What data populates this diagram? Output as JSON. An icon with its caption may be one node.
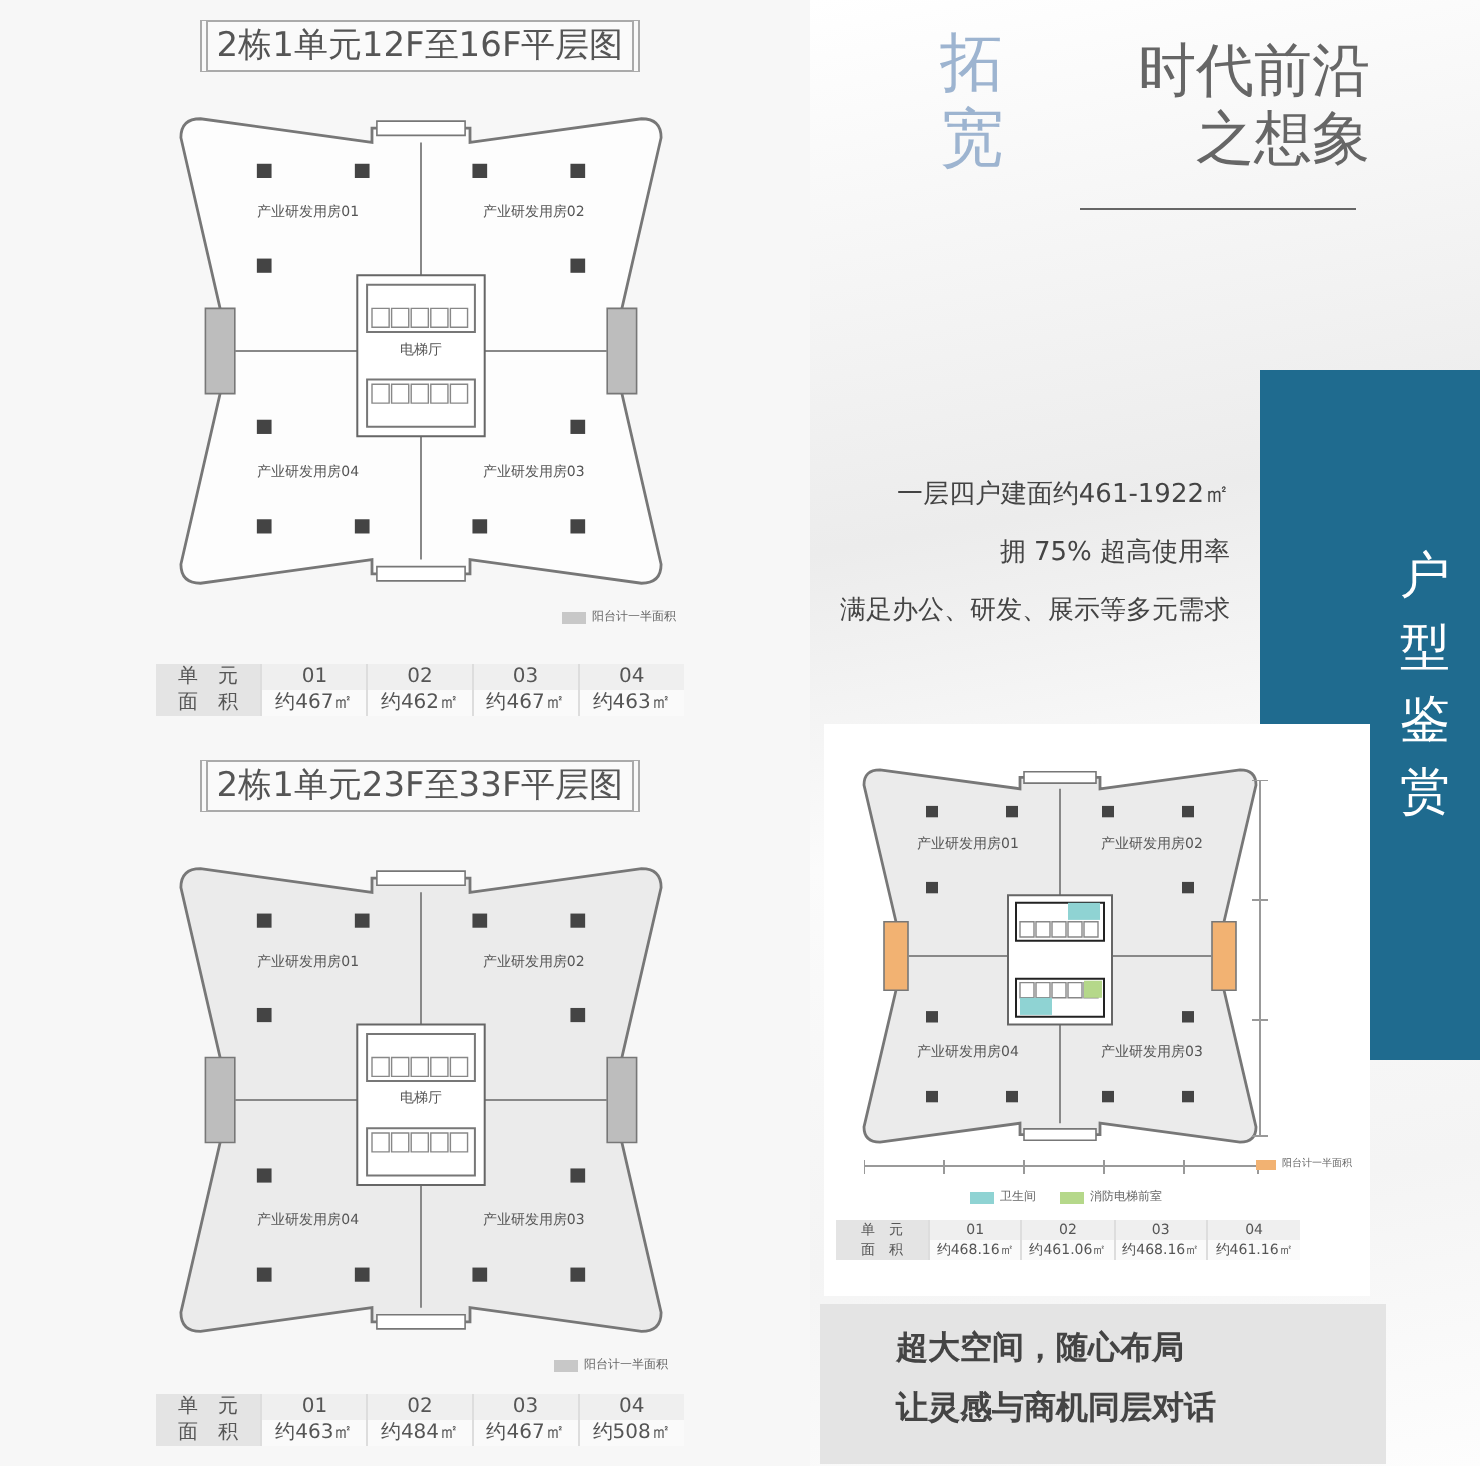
{
  "diagram": {
    "nodes": [
      {
        "text": [
          "2栋1单元12F至16F平层图"
        ]
      },
      {
        "text": [
          "2栋1单元23F至33F平层图"
        ]
      },
      {
        "text": [
          "户型鉴赏"
        ]
      },
      {
        "text": [
          "超大空间，随心布局",
          "让灵感与商机同层对话"
        ]
      }
    ],
    "labels": [
      "拓宽",
      "时代前沿之想象",
      "一层四户建面约461-1922㎡",
      "拥 75% 超高使用率",
      "满足办公、研发、展示等多元需求",
      "产业研发用房01",
      "产业研发用房02",
      "电梯厅",
      "产业研发用房04",
      "产业研发用房03",
      "单　元",
      "01",
      "02",
      "03",
      "04",
      "面　积",
      "约467㎡",
      "约462㎡",
      "约467㎡",
      "约463㎡",
      "产业研发用房01",
      "产业研发用房02",
      "电梯厅",
      "产业研发用房04",
      "产业研发用房03",
      "单　元",
      "01",
      "02",
      "03",
      "04",
      "面　积",
      "约463㎡",
      "约484㎡",
      "约467㎡",
      "约508㎡",
      "产业研发用房01",
      "产业研发用房02",
      "产业研发用房04",
      "产业研发用房03",
      "单　元",
      "01",
      "02",
      "03",
      "04",
      "面　积",
      "约468.16㎡",
      "约461.06㎡",
      "约468.16㎡",
      "约461.16㎡"
    ],
    "legend": [
      {
        "text": "阳台计一半面积",
        "color": "#c8c8c8"
      },
      {
        "text": "阳台计一半面积",
        "color": "#c8c8c8"
      },
      {
        "text": "阳台计一半面积",
        "color": "#f2b272"
      },
      {
        "text": "卫生间",
        "color": "#8fd3d3"
      },
      {
        "text": "消防电梯前室",
        "color": "#b5d88a"
      }
    ]
  }
}
